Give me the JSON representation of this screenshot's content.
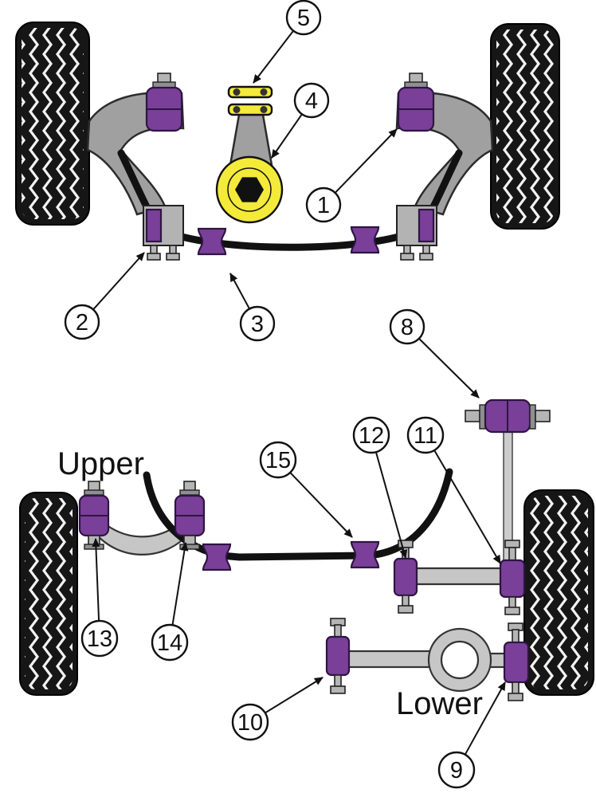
{
  "figure": {
    "labels": {
      "upper": "Upper",
      "lower": "Lower"
    },
    "callouts": {
      "c1": "1",
      "c2": "2",
      "c3": "3",
      "c4": "4",
      "c5": "5",
      "c8": "8",
      "c9": "9",
      "c10": "10",
      "c11": "11",
      "c12": "12",
      "c13": "13",
      "c14": "14",
      "c15": "15"
    },
    "colors": {
      "bushing_purple": "#7a3f98",
      "arm_gray": "#a0a0a0",
      "arm_light_gray": "#c6c6c6",
      "mount_yellow": "#f4ea3a",
      "tire_black": "#161616",
      "outline_black": "#111111",
      "background": "#ffffff"
    }
  }
}
